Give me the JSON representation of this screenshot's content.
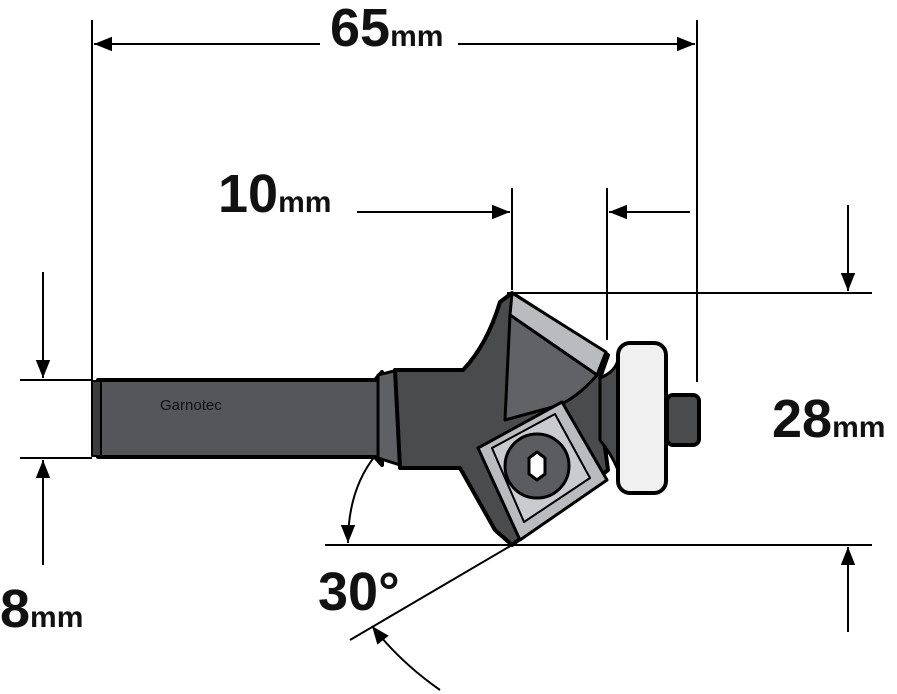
{
  "dimensions": {
    "overall_length": {
      "value": "65",
      "unit": "mm"
    },
    "cutting_height": {
      "value": "10",
      "unit": "mm"
    },
    "cutting_diameter": {
      "value": "28",
      "unit": "mm"
    },
    "shank_diameter": {
      "value": "8",
      "unit": "mm"
    },
    "bevel_angle": {
      "value": "30°"
    }
  },
  "brand_label": "Garnotec",
  "colors": {
    "line": "#000000",
    "body_dark": "#4a4b4d",
    "body_mid": "#6b6d70",
    "insert_light": "#b9bbbe",
    "bearing": "#f0f0f0"
  }
}
